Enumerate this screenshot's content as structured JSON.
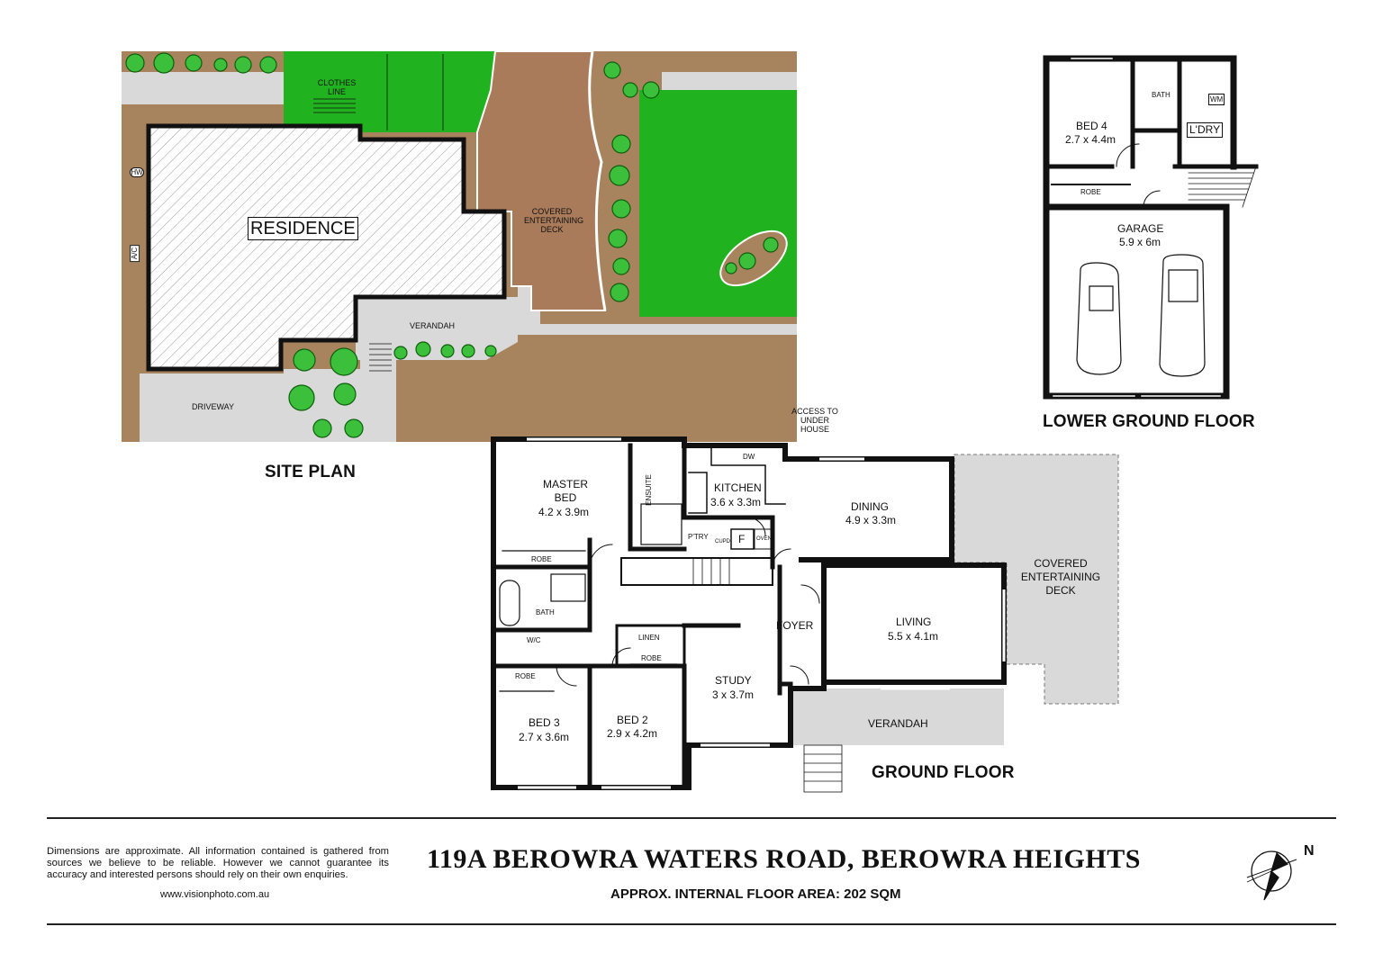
{
  "site_plan": {
    "title": "SITE PLAN",
    "labels": {
      "residence": "RESIDENCE",
      "clothes_line": "CLOTHES LINE",
      "covered_deck": "COVERED ENTERTAINING DECK",
      "verandah": "VERANDAH",
      "driveway": "DRIVEWAY",
      "hw": "HW",
      "ac": "A/C"
    }
  },
  "lower_ground": {
    "title": "LOWER GROUND FLOOR",
    "rooms": {
      "bed4_name": "BED 4",
      "bed4_size": "2.7 x 4.4m",
      "bath": "BATH",
      "wm": "WM",
      "laundry": "L'DRY",
      "robe": "ROBE",
      "garage_name": "GARAGE",
      "garage_size": "5.9 x 6m"
    }
  },
  "ground_floor": {
    "title": "GROUND FLOOR",
    "rooms": {
      "access": "ACCESS TO UNDER HOUSE",
      "kitchen_name": "KITCHEN",
      "kitchen_size": "3.6 x 3.3m",
      "dw": "DW",
      "dining_name": "DINING",
      "dining_size": "4.9 x 3.3m",
      "master_name": "MASTER BED",
      "master_size": "4.2 x 3.9m",
      "ensuite": "ENSUITE",
      "pantry": "P'TRY",
      "cupd": "CUPD",
      "fridge": "F",
      "oven": "OVEN",
      "robe": "ROBE",
      "bath": "BATH",
      "wc": "W/C",
      "linen": "LINEN",
      "foyer": "FOYER",
      "living_name": "LIVING",
      "living_size": "5.5 x 4.1m",
      "covered_deck": "COVERED ENTERTAINING DECK",
      "study_name": "STUDY",
      "study_size": "3 x 3.7m",
      "bed2_name": "BED 2",
      "bed2_size": "2.9 x 4.2m",
      "bed3_name": "BED 3",
      "bed3_size": "2.7 x 3.6m",
      "verandah": "VERANDAH"
    }
  },
  "footer": {
    "disclaimer": "Dimensions are approximate. All information contained is gathered from sources we believe to be reliable. However we cannot guarantee its accuracy and interested persons should rely on their own enquiries.",
    "website": "www.visionphoto.com.au",
    "address": "119A BEROWRA WATERS ROAD, BEROWRA HEIGHTS",
    "floor_area": "APPROX. INTERNAL FLOOR AREA: 202 SQM",
    "compass_letter": "N"
  },
  "colors": {
    "lawn": "#21b31f",
    "deck": "#a97b5a",
    "paving": "#d9d9d9",
    "garden": "#a8845e",
    "wall": "#111111",
    "shrub": "#3cc03c"
  }
}
